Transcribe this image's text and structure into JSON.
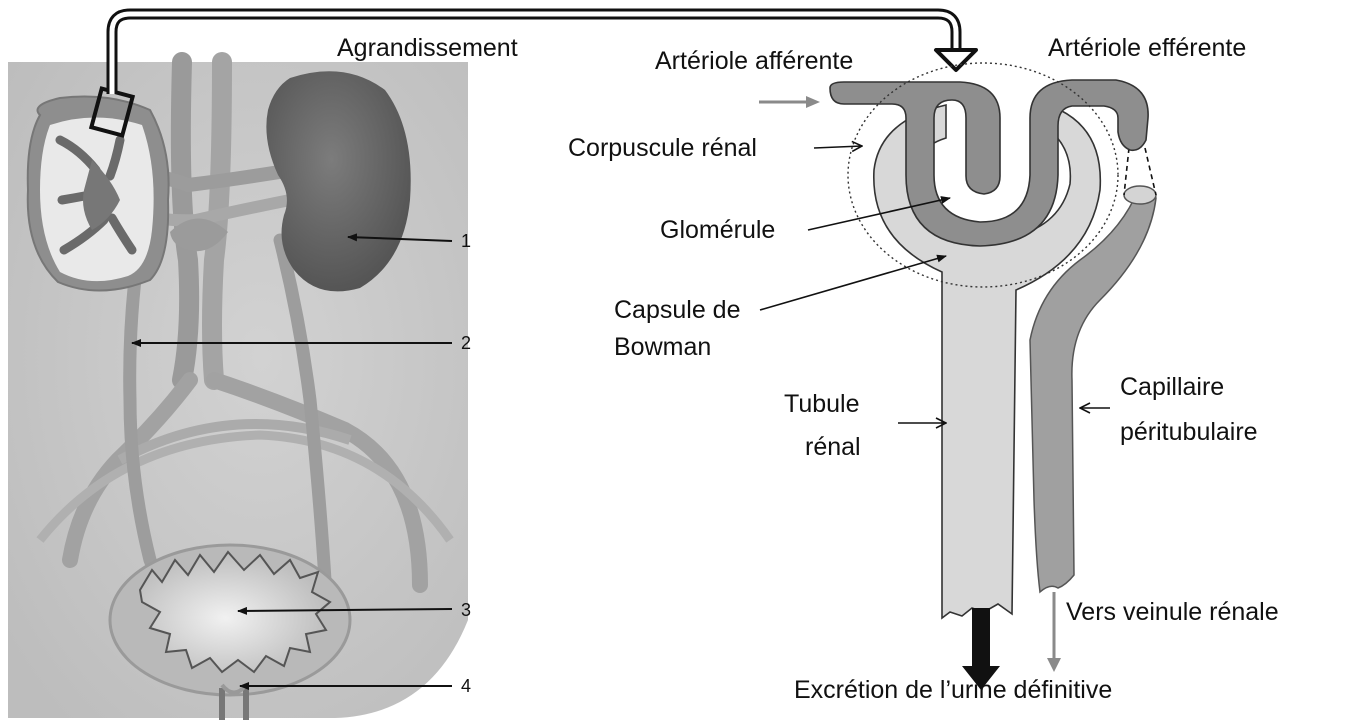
{
  "labels": {
    "enlargement": "Agrandissement",
    "afferent_arteriole": "Artériole afférente",
    "efferent_arteriole": "Artériole efférente",
    "renal_corpuscle": "Corpuscule rénal",
    "glomerulus": "Glomérule",
    "bowman_line1": "Capsule de",
    "bowman_line2": "Bowman",
    "tubule_line1": "Tubule",
    "tubule_line2": "rénal",
    "capillary_line1": "Capillaire",
    "capillary_line2": "péritubulaire",
    "renal_venule": "Vers veinule rénale",
    "urine_excretion": "Excrétion de l’urine définitive"
  },
  "numbers": [
    "1",
    "2",
    "3",
    "4"
  ],
  "colors": {
    "panel_bg": "#c9c9c9",
    "organ_dark": "#6e6e6e",
    "vessel": "#9c9c9c",
    "tubule_fill": "#d8d8d8",
    "capillary_fill": "#9e9e9e",
    "line": "#111111",
    "arrow_gray": "#8a8a8a"
  }
}
